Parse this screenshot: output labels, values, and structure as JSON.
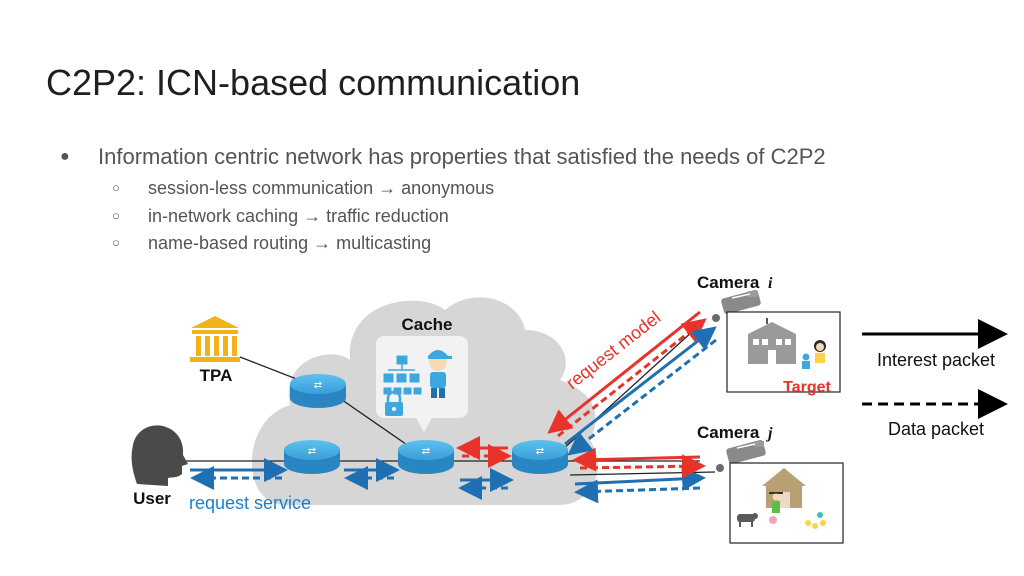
{
  "slide": {
    "title": "C2P2: ICN-based communication"
  },
  "bullets": {
    "main": "Information centric network has properties that satisfied the needs of C2P2",
    "subs": [
      "session-less communication → anonymous",
      "in-network caching → traffic reduction",
      "name-based routing → multicasting"
    ]
  },
  "diagram": {
    "cache_label": "Cache",
    "tpa_label": "TPA",
    "user_label": "User",
    "request_service_label": "request service",
    "request_model_label": "request model",
    "camera_i_label": "Camera",
    "camera_i_var": "i",
    "camera_j_label": "Camera",
    "camera_j_var": "j",
    "target_label": "Target",
    "legend": {
      "interest_label": "Interest packet",
      "data_label": "Data packet"
    },
    "colors": {
      "interest_red": "#e8332a",
      "data_blue": "#1f6fb3",
      "router_blue": "#3fa7e0",
      "cloud_gray": "#d4d4d4",
      "request_service_blue": "#1a7fd1"
    }
  }
}
